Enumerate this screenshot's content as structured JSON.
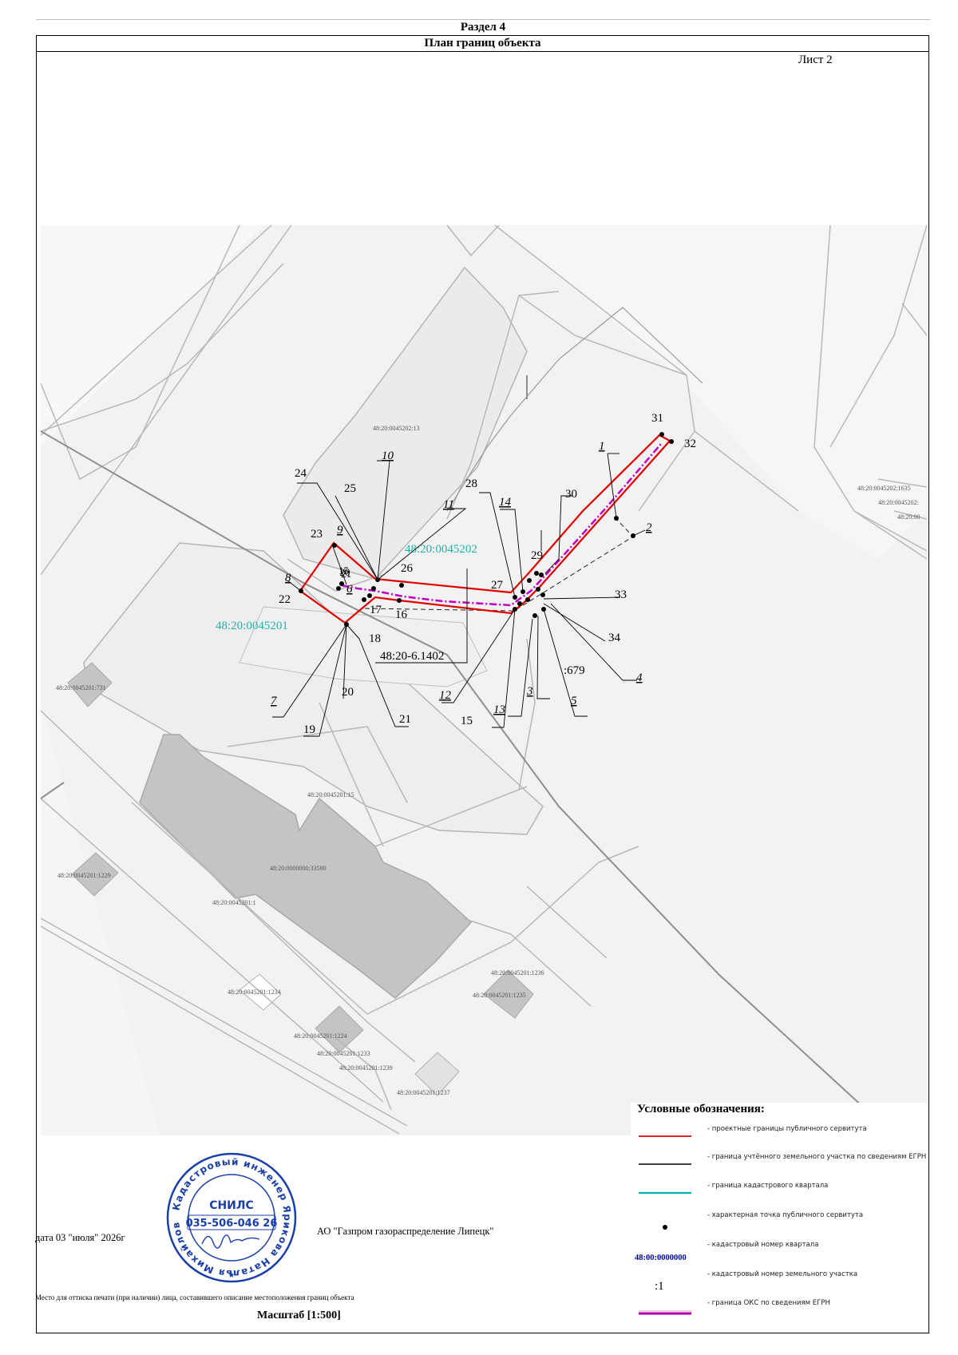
{
  "header": {
    "section": "Раздел 4",
    "title": "План границ объекта",
    "sheet": "Лист 2"
  },
  "map": {
    "quarters": [
      {
        "label": "48:20:0045202"
      },
      {
        "label": "48:20:0045201"
      }
    ],
    "parcels": [
      {
        "label": "48:20:0045202:13"
      },
      {
        "label": "48:20:0045201:731"
      },
      {
        "label": "48:20:0045201:15"
      },
      {
        "label": "48:20:0000000:33590"
      },
      {
        "label": "48:20:0045201:1229"
      },
      {
        "label": "48:20:0045201:1"
      },
      {
        "label": "48:20:0045201:1236"
      },
      {
        "label": "48:20:0045201:1235"
      },
      {
        "label": "48:20:0045201:1234"
      },
      {
        "label": "48:20:0045201:1224"
      },
      {
        "label": "48:20:0045201:1233"
      },
      {
        "label": "48:20:0045201:1239"
      },
      {
        "label": "48:20:0045201:1237"
      },
      {
        "label": "48:20:0045202:1635"
      },
      {
        "label": "48:20:0045202:"
      },
      {
        "label": "48:20:00"
      }
    ],
    "point_labels": [
      "1",
      "2",
      "3",
      "4",
      "5",
      "6",
      "7",
      "8",
      "9",
      "10",
      "11",
      "12",
      "13",
      "14",
      "15",
      "16",
      "17",
      "18",
      "19",
      "20",
      "21",
      "22",
      "23",
      "24",
      "25",
      "26",
      "27",
      "28",
      "29",
      "30",
      "31",
      "32",
      "33",
      "34"
    ],
    "zone_label": "48:20-6.1402",
    "parcel_short": ":679",
    "overlap_labels": "15\n20\n21"
  },
  "legend": {
    "title": "Условные обозначения:",
    "items": [
      {
        "text": "- проектные границы публичного сервитута"
      },
      {
        "text": "- граница учтённого земельного участка по сведениям ЕГРН"
      },
      {
        "text": "- граница кадастрового квартала"
      },
      {
        "text": "- характерная точка публичного сервитута"
      },
      {
        "text": "- кадастровый номер квартала",
        "sample": "48:00:0000000"
      },
      {
        "text": "- кадастровый номер земельного участка",
        "sample": ":1"
      },
      {
        "text": "- граница ОКС по сведениям ЕГРН"
      }
    ],
    "colors": {
      "servitude": "#e00000",
      "parcel": "#000000",
      "quarter": "#00b4b4",
      "quarter_label": "#0000aa",
      "oks": "#b000b0"
    }
  },
  "stamp": {
    "ring_text": "Кадастровый инженер Ярикова Наталья Михайловна",
    "center_title": "СНИЛС",
    "number": "035-506-046 26",
    "color": "#1b3fa8"
  },
  "footer": {
    "date": "дата 03 \"июля\" 2026г",
    "org": "АО \"Газпром газораспределение Липецк\"",
    "place": "Место для оттиска печати (при наличии) лица, составившего описание местоположения границ объекта",
    "scale": "Масштаб [1:500]"
  }
}
